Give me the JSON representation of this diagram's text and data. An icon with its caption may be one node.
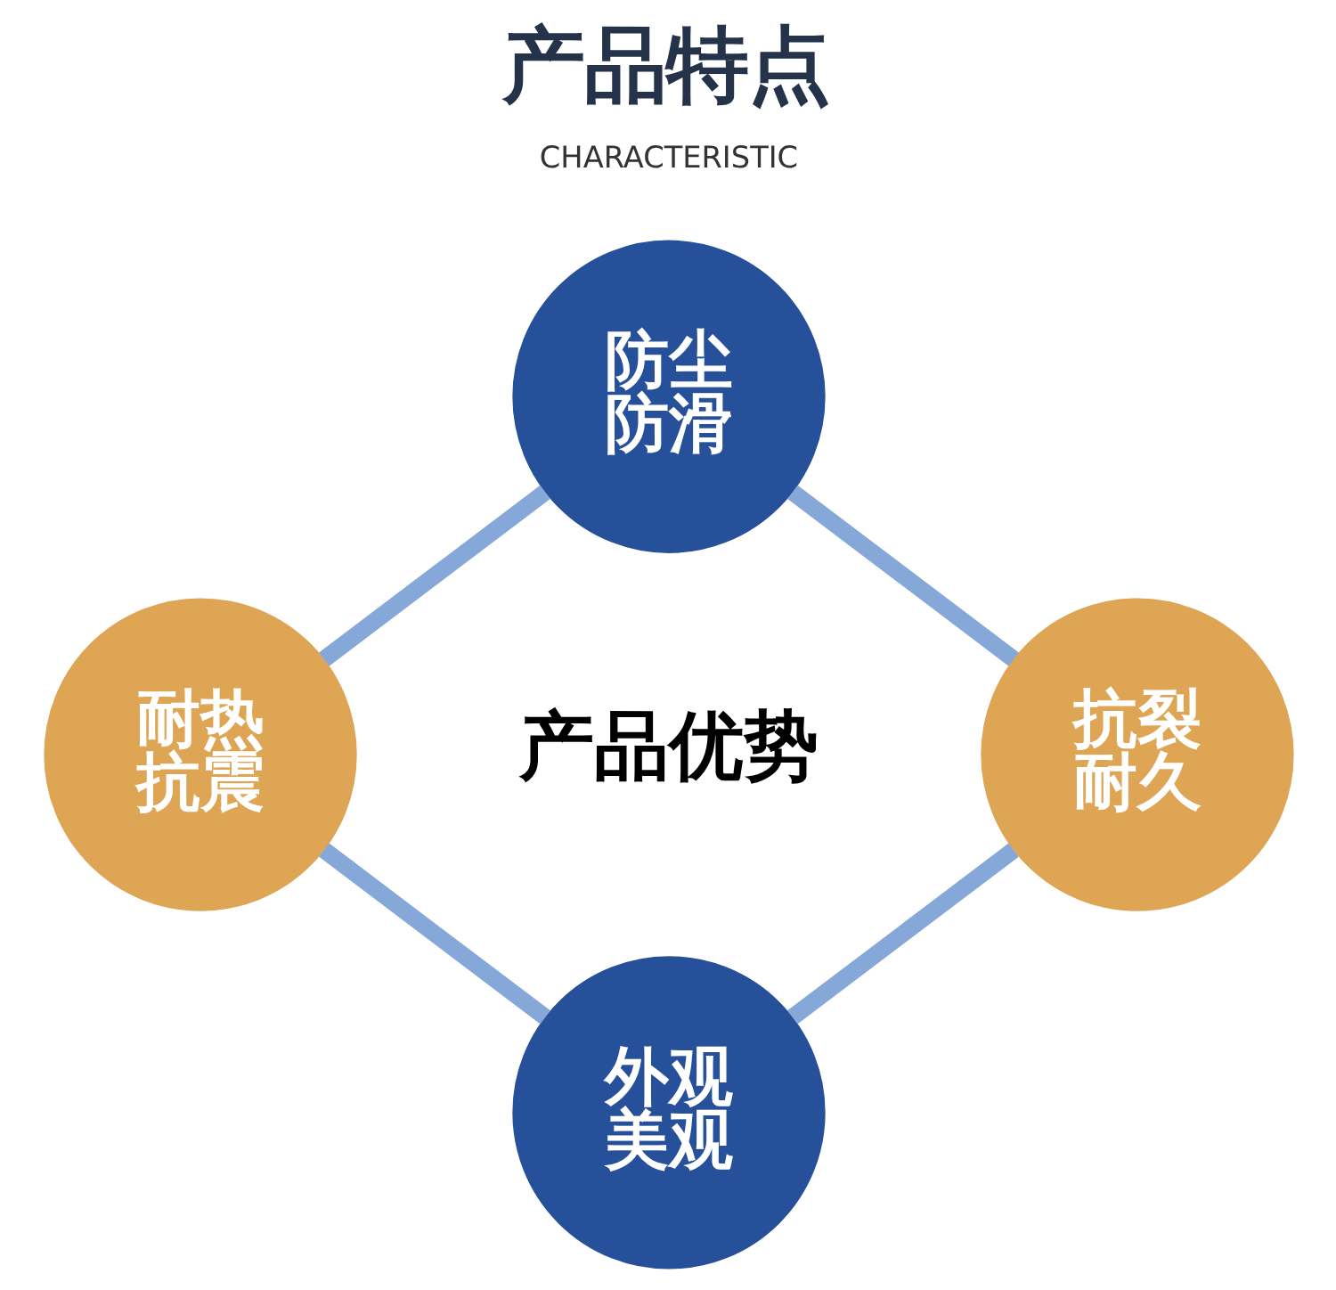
{
  "diagram": {
    "title": "产品特点",
    "nodes": [
      {
        "text": [
          "防尘",
          "防滑"
        ]
      },
      {
        "text": [
          "耐热",
          "抗震"
        ]
      },
      {
        "text": [
          "抗裂",
          "耐久"
        ]
      },
      {
        "text": [
          "外观",
          "美观"
        ]
      }
    ],
    "edges": [
      {
        "from": 0,
        "to": 1,
        "arrow": "none"
      },
      {
        "from": 0,
        "to": 2,
        "arrow": "none"
      },
      {
        "from": 1,
        "to": 3,
        "arrow": "none"
      },
      {
        "from": 2,
        "to": 3,
        "arrow": "none"
      }
    ],
    "labels": [
      "CHARACTERISTIC",
      "产品优势"
    ]
  }
}
